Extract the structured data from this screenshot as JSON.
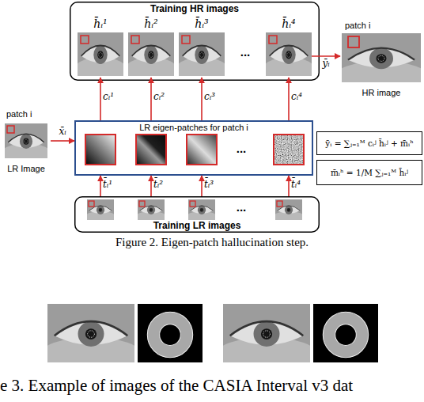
{
  "diagram": {
    "caption": "Figure 2. Eigen-patch hallucination step.",
    "nodes": [
      {
        "text": [
          "Training HR images"
        ]
      },
      {
        "text": [
          "h̄ᵢ¹"
        ],
        "in": 0
      },
      {
        "text": [
          "h̄ᵢ²"
        ],
        "in": 0
      },
      {
        "text": [
          "h̄ᵢ³"
        ],
        "in": 0
      },
      {
        "text": [
          "h̄ᵢ⁴"
        ],
        "in": 0
      },
      {
        "text": [
          "patch i",
          "HR image"
        ]
      },
      {
        "text": [
          "patch i",
          "LR Image"
        ]
      },
      {
        "text": [
          "LR eigen-patches for patch i"
        ]
      },
      {
        "text": [
          "ȳᵢ = ∑ⱼ₌₁ᴹ cᵢʲ h̄ᵢʲ + m̄ᵢʰ"
        ]
      },
      {
        "text": [
          "m̄ᵢʰ = 1/M ∑ⱼ₌₁ᴹ h̄ᵢʲ"
        ]
      },
      {
        "text": [
          "Training LR images"
        ]
      }
    ],
    "edges": [
      {
        "from": 6,
        "to": 7,
        "label": "x̄ᵢ",
        "arrow": "to"
      },
      {
        "from": 7,
        "to": 1,
        "label": "cᵢ¹",
        "arrow": "to"
      },
      {
        "from": 7,
        "to": 2,
        "label": "cᵢ²",
        "arrow": "to"
      },
      {
        "from": 7,
        "to": 3,
        "label": "cᵢ³",
        "arrow": "to"
      },
      {
        "from": 7,
        "to": 4,
        "label": "cᵢ⁴",
        "arrow": "to"
      },
      {
        "from": 10,
        "to": 7,
        "label": "t̄ᵢ¹",
        "arrow": "to"
      },
      {
        "from": 10,
        "to": 7,
        "label": "t̄ᵢ²",
        "arrow": "to"
      },
      {
        "from": 10,
        "to": 7,
        "label": "t̄ᵢ³",
        "arrow": "to"
      },
      {
        "from": 10,
        "to": 7,
        "label": "t̄ᵢ⁴",
        "arrow": "to"
      },
      {
        "from": 4,
        "to": 5,
        "label": "ȳᵢ",
        "arrow": "to"
      }
    ],
    "labels": [
      "...",
      "...",
      "...",
      "e 3. Example of images of the CASIA Interval v3 dat"
    ]
  }
}
